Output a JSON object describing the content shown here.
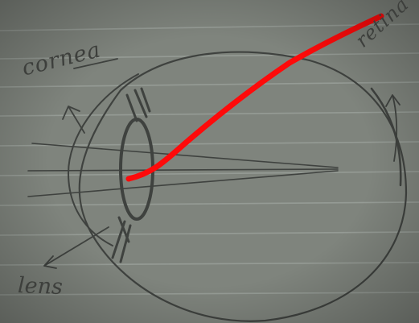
{
  "photo": {
    "subject": "eye-diagram-sketch-on-lined-paper",
    "colors": {
      "paper": "#7f847d",
      "paper_shadow": "#6f746d",
      "rule_line": "#9aa09a",
      "pencil": "#3f423f",
      "marker": "#ff0a0a"
    }
  },
  "labels": {
    "cornea": "cornea",
    "retina": "retina",
    "lens": "lens"
  },
  "annotation": {
    "stroke_color": "#ff0a0a"
  }
}
